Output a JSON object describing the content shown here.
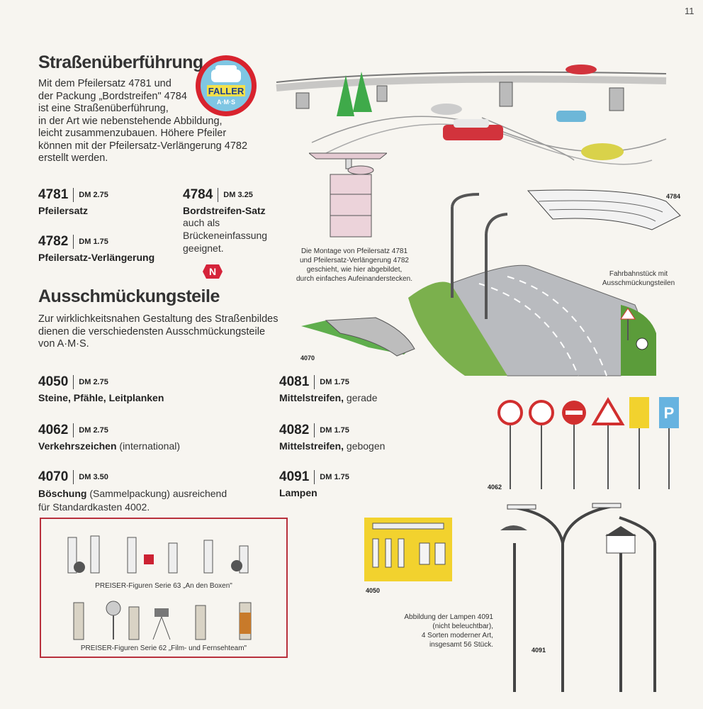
{
  "page_number": "11",
  "section1": {
    "title": "Straßenüberführung",
    "paragraph": "Mit dem Pfeilersatz 4781 und\nder Packung „Bordstreifen\" 4784\nist eine Straßenüberführung,\nin der Art wie nebenstehende Abbildung,\nleicht zusammenzubauen. Höhere Pfeiler\nkönnen mit der Pfeilersatz-Verlängerung 4782\nerstellt werden."
  },
  "logo": {
    "brand": "FALLER",
    "sub": "A·M·S"
  },
  "products": [
    {
      "number": "4781",
      "price": "DM 2.75",
      "name": "Pfeilersatz",
      "note": ""
    },
    {
      "number": "4784",
      "price": "DM 3.25",
      "name": "Bordstreifen-Satz",
      "note": "auch als\nBrückeneinfassung\ngeeignet."
    },
    {
      "number": "4782",
      "price": "DM 1.75",
      "name": "Pfeilersatz-Verlängerung",
      "note": ""
    }
  ],
  "n_badge": "N",
  "section2": {
    "title": "Ausschmückungsteile",
    "paragraph": "Zur wirklichkeitsnahen Gestaltung des Straßenbildes\ndienen die verschiedensten Ausschmückungsteile\nvon A·M·S."
  },
  "decor_items": [
    {
      "number": "4050",
      "price": "DM 2.75",
      "name": "Steine, Pfähle, Leitplanken",
      "note": ""
    },
    {
      "number": "4081",
      "price": "DM 1.75",
      "name": "Mittelstreifen,",
      "note": " gerade"
    },
    {
      "number": "4062",
      "price": "DM 2.75",
      "name": "Verkehrszeichen",
      "note": " (international)"
    },
    {
      "number": "4082",
      "price": "DM 1.75",
      "name": "Mittelstreifen,",
      "note": " gebogen"
    },
    {
      "number": "4070",
      "price": "DM 3.50",
      "name": "Böschung",
      "note": " (Sammelpackung) ausreichend\nfür Standardkasten 4002."
    },
    {
      "number": "4091",
      "price": "DM 1.75",
      "name": "Lampen",
      "note": ""
    }
  ],
  "captions": {
    "montage": "Die Montage von Pfeilersatz 4781\nund Pfeilersatz-Verlängerung 4782\ngeschieht, wie hier abgebildet,\ndurch einfaches Aufeinanderstecken.",
    "fahrbahn": "Fahrbahnstück mit\nAusschmückungsteilen",
    "lamps": "Abbildung der Lampen 4091\n(nicht beleuchtbar),\n4 Sorten moderner Art,\ninsgesamt 56 Stück.",
    "preiser63": "PREISER-Figuren Serie 63 „An den Boxen\"",
    "preiser62": "PREISER-Figuren Serie 62 „Film- und Fernsehteam\""
  },
  "image_labels": {
    "l4784": "4784",
    "l4070": "4070",
    "l4062": "4062",
    "l4050": "4050",
    "l4091": "4091"
  },
  "colors": {
    "logo_blue": "#7fc6e3",
    "logo_ring": "#d8232e",
    "badge": "#d5233a",
    "yellow": "#f2d22e",
    "frame": "#b8303c"
  }
}
